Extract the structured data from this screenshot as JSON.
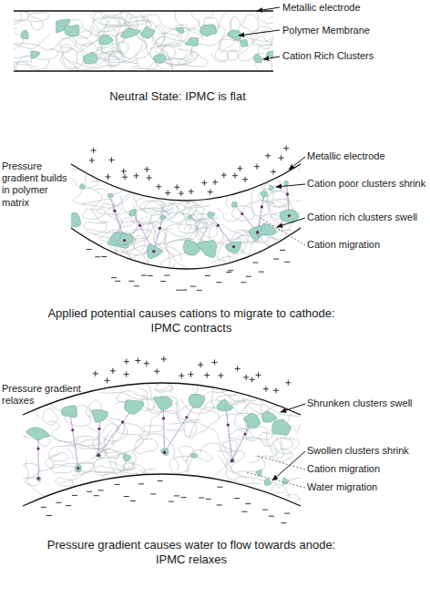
{
  "diagram": {
    "labels": [
      "Metallic electrode",
      "Polymer Membrane",
      "Cation Rich Clusters",
      "Neutral State: IPMC is flat",
      "Pressure gradient builds in polymer matrix",
      "Metallic electrode",
      "Cation poor clusters shrink",
      "Cation rich clusters swell",
      "Cation migration",
      "Applied potential causes cations to migrate to cathode: IPMC contracts",
      "Pressure gradient relaxes",
      "Shrunken clusters swell",
      "Swollen clusters shrink",
      "Cation migration",
      "Water migration",
      "Pressure gradient causes water to flow towards anode: IPMC relaxes"
    ]
  }
}
